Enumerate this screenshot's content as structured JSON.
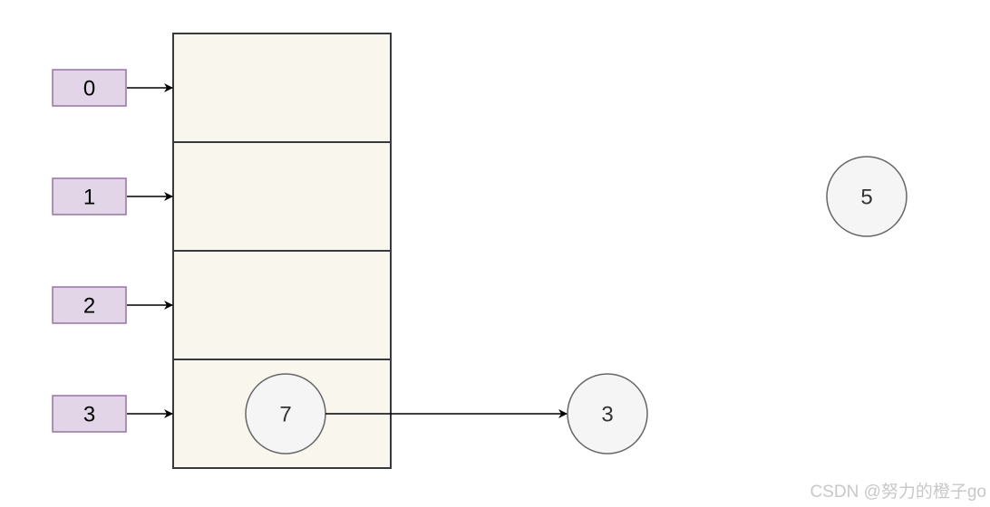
{
  "indices": [
    "0",
    "1",
    "2",
    "3"
  ],
  "bucket_count": 4,
  "nodes": {
    "in_bucket_3": "7",
    "chained": "3",
    "detached": "5"
  },
  "colors": {
    "index_fill": "#e1d5e7",
    "index_stroke": "#9673a6",
    "table_fill": "#f9f7ed",
    "node_fill": "#f5f5f5"
  },
  "watermark": "CSDN @努力的橙子go"
}
